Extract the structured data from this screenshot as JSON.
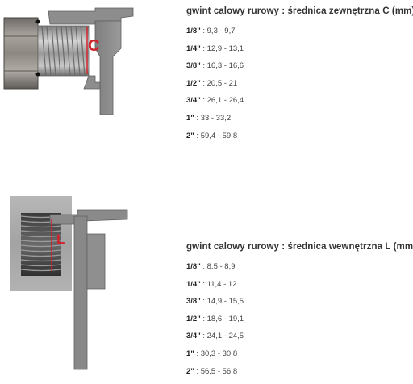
{
  "external": {
    "title": "gwint calowy rurowy : średnica zewnętrzna C (mm)",
    "marker_label": "C",
    "rows": [
      {
        "size": "1/8\"",
        "range": "9,3 - 9,7"
      },
      {
        "size": "1/4\"",
        "range": "12,9 - 13,1"
      },
      {
        "size": "3/8\"",
        "range": "16,3 - 16,6"
      },
      {
        "size": "1/2\"",
        "range": "20,5 - 21"
      },
      {
        "size": "3/4\"",
        "range": "26,1 - 26,4"
      },
      {
        "size": "1\"",
        "range": "33 - 33,2"
      },
      {
        "size": "2\"",
        "range": "59,4 - 59,8"
      }
    ]
  },
  "internal": {
    "title": "gwint calowy rurowy : średnica wewnętrzna L (mm)",
    "marker_label": "L",
    "rows": [
      {
        "size": "1/8\"",
        "range": "8,5 - 8,9"
      },
      {
        "size": "1/4\"",
        "range": "11,4 - 12"
      },
      {
        "size": "3/8\"",
        "range": "14,9 - 15,5"
      },
      {
        "size": "1/2\"",
        "range": "18,6 - 19,1"
      },
      {
        "size": "3/4\"",
        "range": "24,1 - 24,5"
      },
      {
        "size": "1\"",
        "range": "30,3 - 30,8"
      },
      {
        "size": "2\"",
        "range": "56,5 - 56,8"
      }
    ]
  },
  "colors": {
    "marker": "#d2232a",
    "caliper": "#8a8a8a",
    "metal": "#9a9a9a"
  }
}
